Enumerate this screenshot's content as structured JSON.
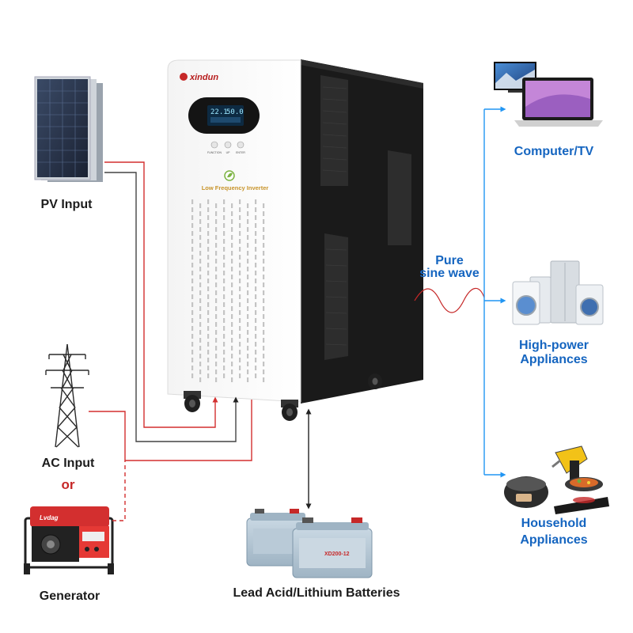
{
  "brand": "xindun",
  "inverter": {
    "name": "Low Frequency Inverter",
    "display_left": "22.1",
    "display_right": "50.0",
    "buttons": [
      "FUNCTION",
      "UP",
      "ENTER"
    ]
  },
  "labels": {
    "pv_input": "PV Input",
    "ac_input": "AC Input",
    "or": "or",
    "generator": "Generator",
    "batteries": "Lead Acid/Lithium Batteries",
    "pure": "Pure",
    "sine_wave": "sine wave",
    "computer_tv": "Computer/TV",
    "high_power_1": "High-power",
    "high_power_2": "Appliances",
    "household_1": "Household",
    "household_2": "Appliances"
  },
  "battery_model": "XD200-12",
  "generator_brand": "Lvdag",
  "colors": {
    "pv_line": "#d32f2f",
    "ac_line": "#d32f2f",
    "output_line": "#2196f3",
    "label_blue": "#1565c0",
    "label_red": "#c62828",
    "cabinet_black": "#1a1a1a"
  }
}
